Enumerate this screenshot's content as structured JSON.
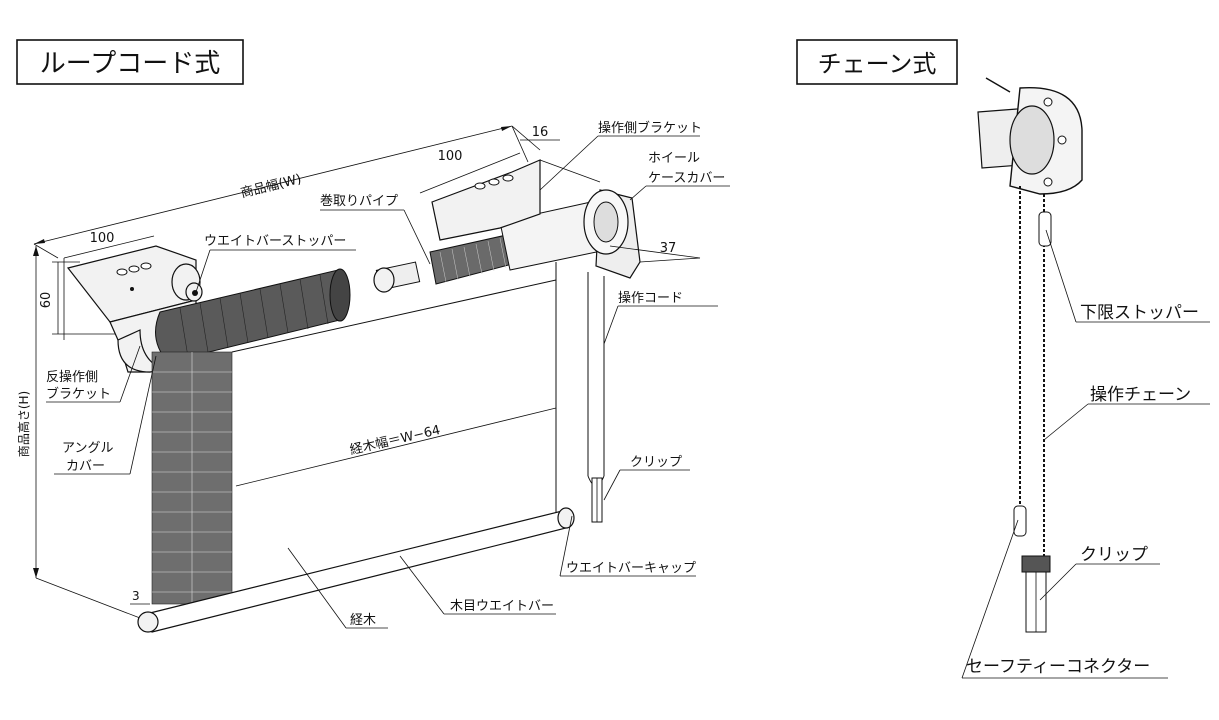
{
  "titles": {
    "loop": "ループコード式",
    "chain": "チェーン式"
  },
  "labels": {
    "product_width": "商品幅(W)",
    "product_height": "商品高さ(H)",
    "dim_100_top": "100",
    "dim_16": "16",
    "dim_100_left": "100",
    "dim_60": "60",
    "dim_37": "37",
    "dim_3": "3",
    "op_bracket": "操作側ブラケット",
    "wheel_cover_1": "ホイール",
    "wheel_cover_2": "ケースカバー",
    "roll_pipe": "巻取りパイプ",
    "weight_stopper": "ウエイトバーストッパー",
    "op_cord": "操作コード",
    "rev_bracket_1": "反操作側",
    "rev_bracket_2": "ブラケット",
    "angle_cover_1": "アングル",
    "angle_cover_2": "カバー",
    "warp_width": "経木幅＝W−64",
    "clip": "クリップ",
    "weight_cap": "ウエイトバーキャップ",
    "wood_weight_bar": "木目ウエイトバー",
    "warp": "経木",
    "lower_stopper": "下限ストッパー",
    "op_chain": "操作チェーン",
    "chain_clip": "クリップ",
    "safety_connector": "セーフティーコネクター"
  }
}
